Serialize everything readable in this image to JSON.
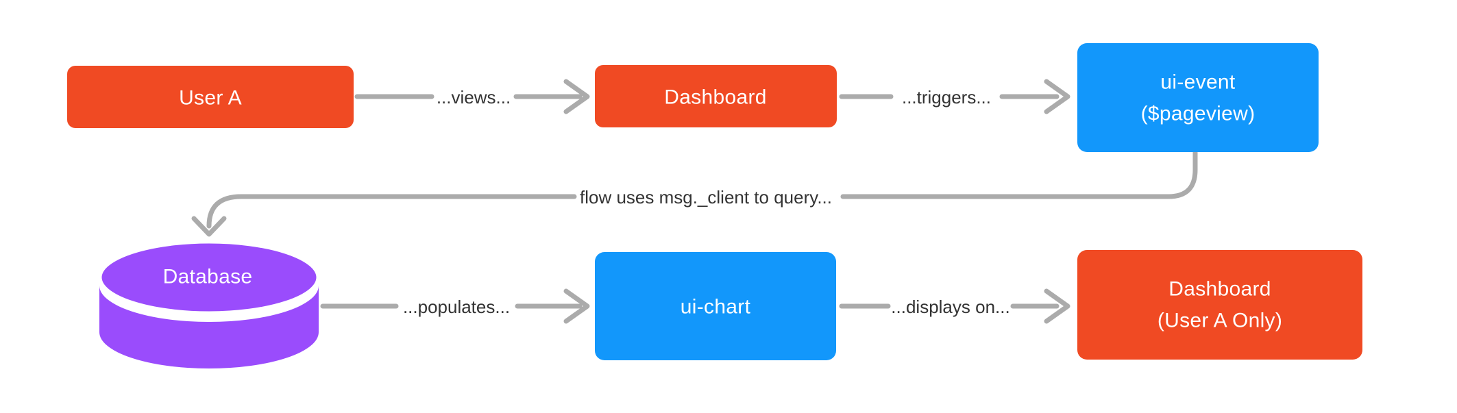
{
  "diagram": {
    "colors": {
      "node_orange": "#F04A23",
      "node_blue": "#1297FB",
      "node_purple": "#9A4CFC",
      "edge_gray": "#ABABAB",
      "edge_label_text": "#333333",
      "node_text": "#FFFFFF",
      "background": "#FFFFFF"
    },
    "nodes": [
      {
        "id": "user-a",
        "shape": "rectangle",
        "color": "orange",
        "label": "User A"
      },
      {
        "id": "dashboard",
        "shape": "rectangle",
        "color": "orange",
        "label": "Dashboard"
      },
      {
        "id": "ui-event",
        "shape": "rectangle",
        "color": "blue",
        "label_line1": "ui-event",
        "label_line2": "($pageview)"
      },
      {
        "id": "database",
        "shape": "cylinder",
        "color": "purple",
        "label": "Database"
      },
      {
        "id": "ui-chart",
        "shape": "rectangle",
        "color": "blue",
        "label": "ui-chart"
      },
      {
        "id": "dashboard-user-a-only",
        "shape": "rectangle",
        "color": "orange",
        "label_line1": "Dashboard",
        "label_line2": "(User A Only)"
      }
    ],
    "edges": [
      {
        "id": "views",
        "from": "user-a",
        "to": "dashboard",
        "label": "...views..."
      },
      {
        "id": "triggers",
        "from": "dashboard",
        "to": "ui-event",
        "label": "...triggers..."
      },
      {
        "id": "query",
        "from": "ui-event",
        "to": "database",
        "label": "flow uses msg._client to query..."
      },
      {
        "id": "populates",
        "from": "database",
        "to": "ui-chart",
        "label": "...populates..."
      },
      {
        "id": "displays-on",
        "from": "ui-chart",
        "to": "dashboard-user-a-only",
        "label": "...displays on..."
      }
    ]
  }
}
